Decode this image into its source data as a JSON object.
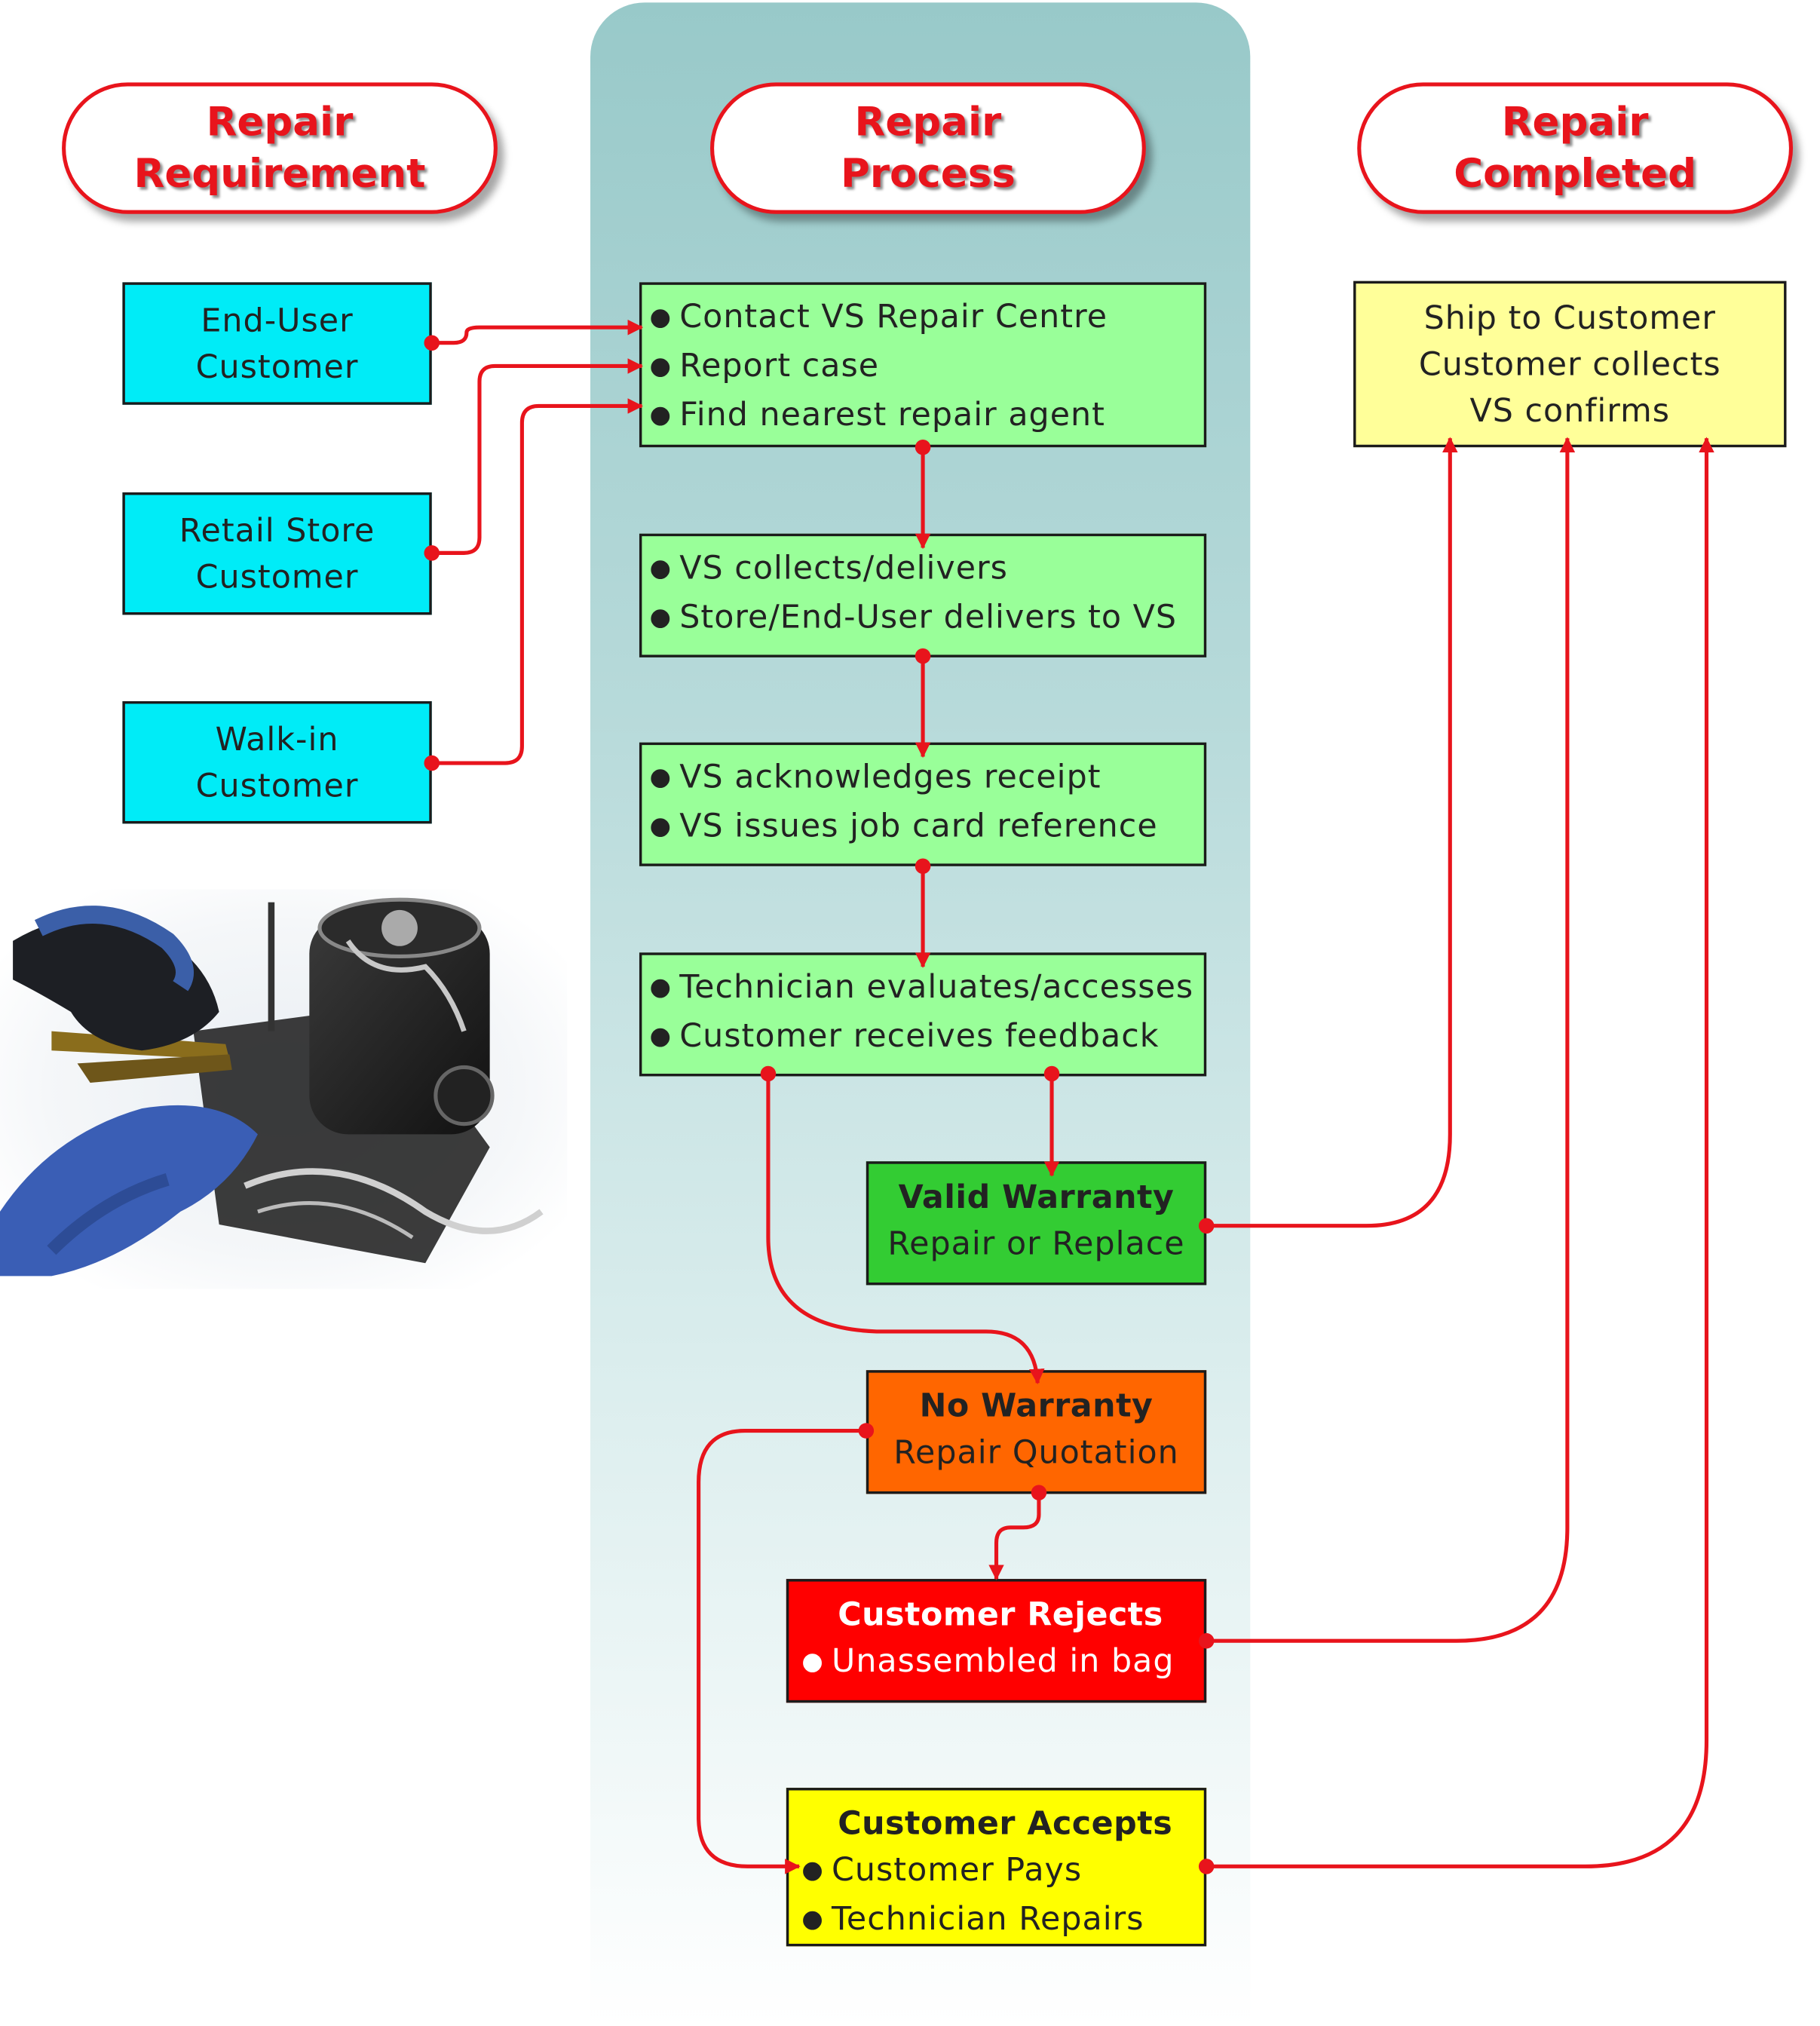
{
  "headers": {
    "requirement": "Repair\nRequirement",
    "process": "Repair\nProcess",
    "completed": "Repair\nCompleted"
  },
  "customers": [
    {
      "line1": "End-User",
      "line2": "Customer"
    },
    {
      "line1": "Retail Store",
      "line2": "Customer"
    },
    {
      "line1": "Walk-in",
      "line2": "Customer"
    }
  ],
  "process": {
    "contact": [
      "Contact VS Repair Centre",
      "Report case",
      "Find nearest repair agent"
    ],
    "delivery": [
      "VS collects/delivers",
      "Store/End-User delivers to VS"
    ],
    "receipt": [
      "VS acknowledges receipt",
      "VS issues job card reference"
    ],
    "evaluation": [
      "Technician evaluates/accesses",
      "Customer receives feedback"
    ]
  },
  "valid_warranty": {
    "title": "Valid Warranty",
    "subtitle": "Repair or Replace"
  },
  "no_warranty": {
    "title": "No Warranty",
    "subtitle": "Repair Quotation"
  },
  "rejects": {
    "title": "Customer Rejects",
    "items": [
      "Unassembled in bag"
    ]
  },
  "accepts": {
    "title": "Customer Accepts",
    "items": [
      "Customer Pays",
      "Technician Repairs"
    ]
  },
  "completed_box": [
    "Ship to Customer",
    "Customer collects",
    "VS confirms"
  ],
  "colors": {
    "connector": "#e8141c",
    "customer_box": "#00ecf7",
    "process_box": "#99ff99",
    "completed_box": "#ffff99",
    "valid_warranty": "#33cc33",
    "no_warranty": "#ff6600",
    "rejects": "#ff0000",
    "accepts": "#ffff00"
  }
}
